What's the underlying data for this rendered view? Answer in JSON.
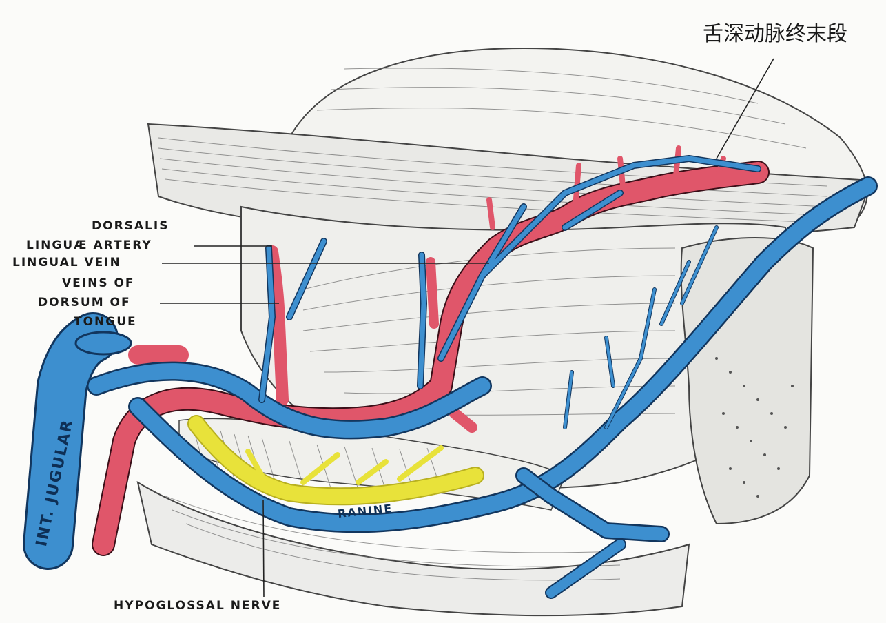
{
  "figure": {
    "caption_cn": "舌深动脉终末段",
    "labels": {
      "dorsalis": "DORSALIS",
      "linguae_artery": "LINGUÆ ARTERY",
      "lingual_vein": "LINGUAL VEIN",
      "veins_of": "VEINS OF",
      "dorsum_of": "DORSUM OF",
      "tongue": "TONGUE",
      "hypoglossal_nerve": "HYPOGLOSSAL NERVE"
    },
    "vessel_labels": {
      "int_jugular": "INT. JUGULAR",
      "ranine": "RANINE"
    }
  },
  "colors": {
    "artery": "#e0566a",
    "vein": "#3d8fcf",
    "nerve": "#e8e23a",
    "muscle_line": "#555555",
    "background": "#fbfbf9"
  }
}
